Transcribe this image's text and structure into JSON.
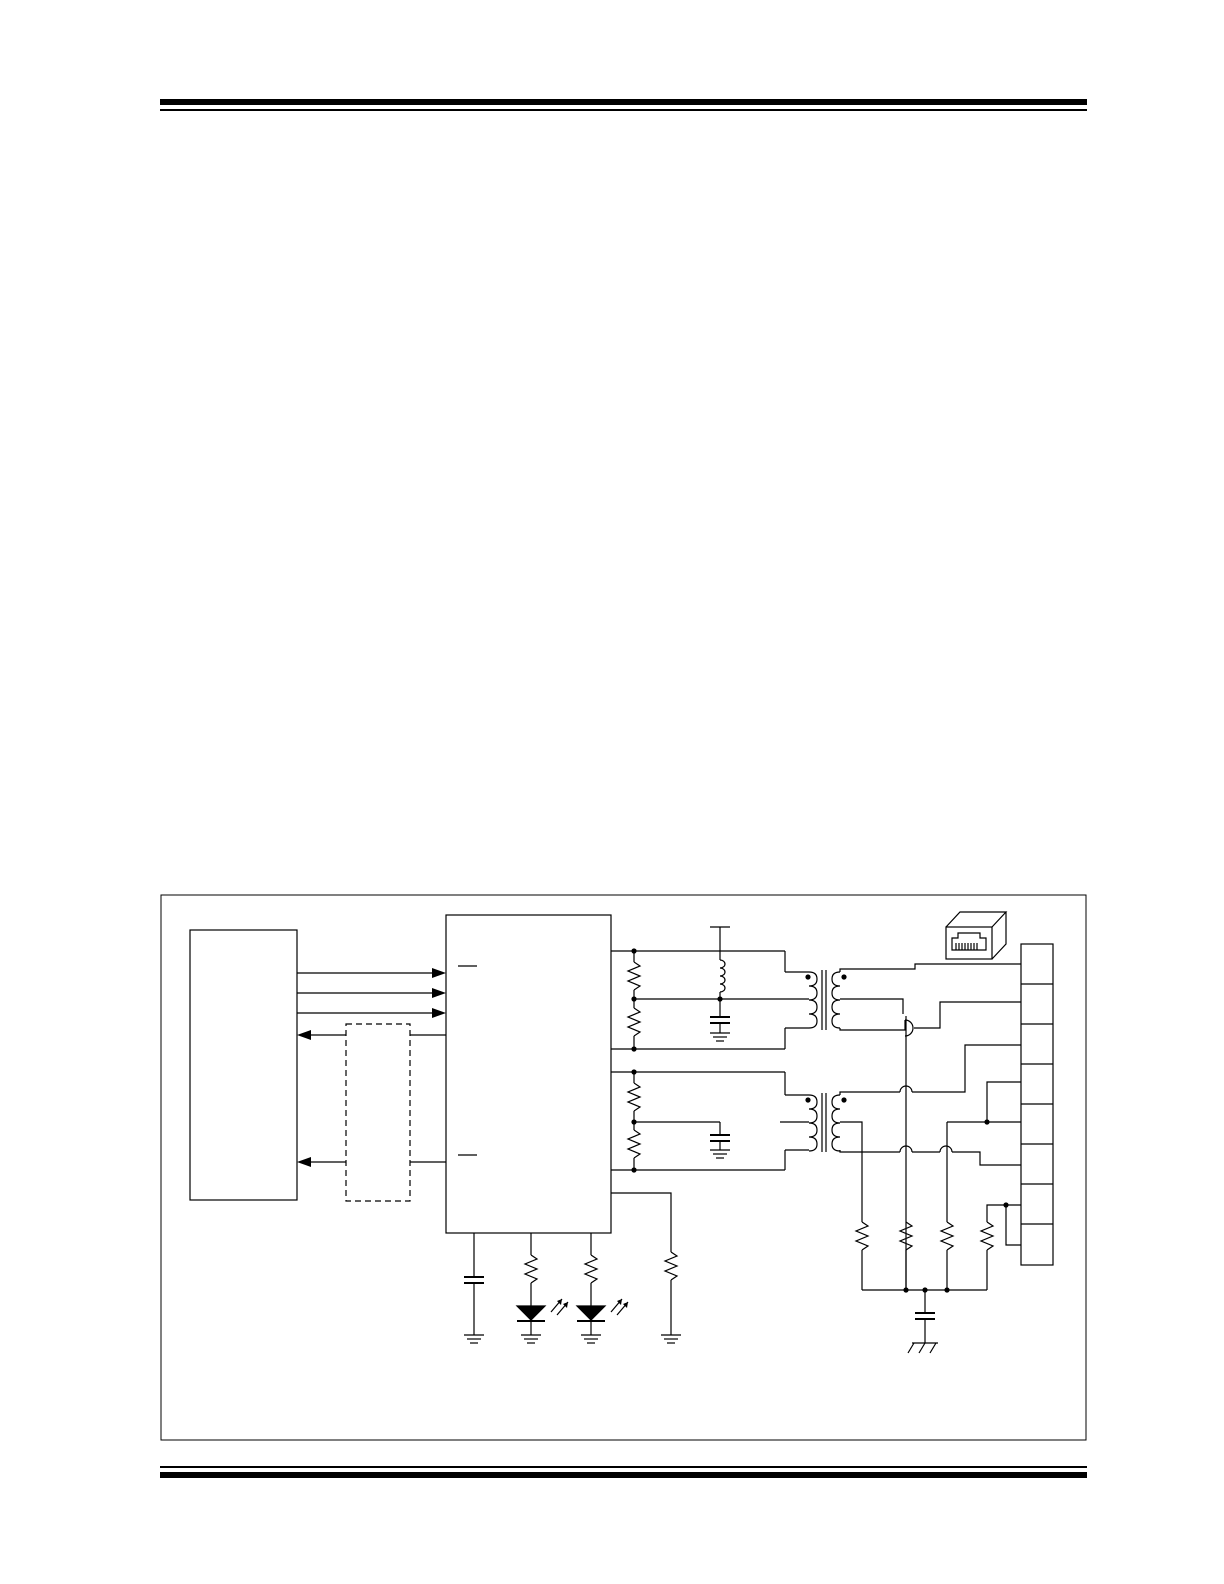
{
  "page": {
    "header_rule": "double-rule",
    "footer_rule": "double-rule"
  },
  "diagram": {
    "kind": "ethernet-phy-application-schematic",
    "labels": [],
    "colors": {
      "stroke": "#000000",
      "background": "#ffffff"
    },
    "icons": [
      "rj45-jack-icon",
      "led-icon",
      "ground-icon",
      "chassis-ground-icon",
      "transformer-icon",
      "resistor-icon",
      "capacitor-icon",
      "inductor-icon"
    ]
  }
}
